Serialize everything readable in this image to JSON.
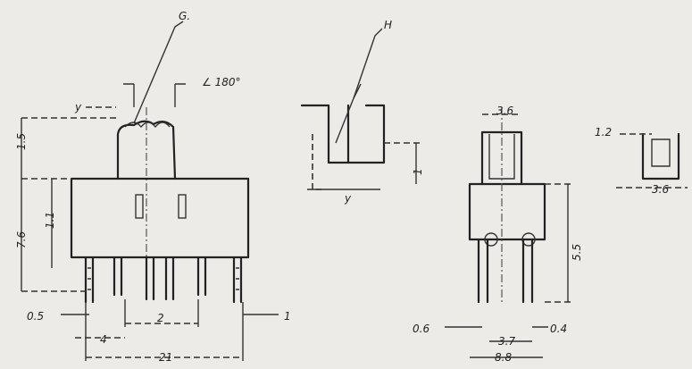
{
  "callouts": {
    "g": "G.",
    "h": "H",
    "angle": "∠ 180°"
  },
  "dimensions": {
    "y_left": "y",
    "height_15": "1.5",
    "height_11": "1.1",
    "height_76": "7.6",
    "lead_05": "0.5",
    "pitch_2": "2",
    "pitch_4": "4",
    "width_21": "21",
    "lead_1": "1",
    "y_mid": "y",
    "height_1": "1",
    "width_36": "3.6",
    "height_55": "5.5",
    "lead_06": "0.6",
    "lead_04": "0.4",
    "pitch_37": "3.7",
    "width_88": "8.8",
    "width_12": "1.2",
    "width_36b": "3.6"
  }
}
